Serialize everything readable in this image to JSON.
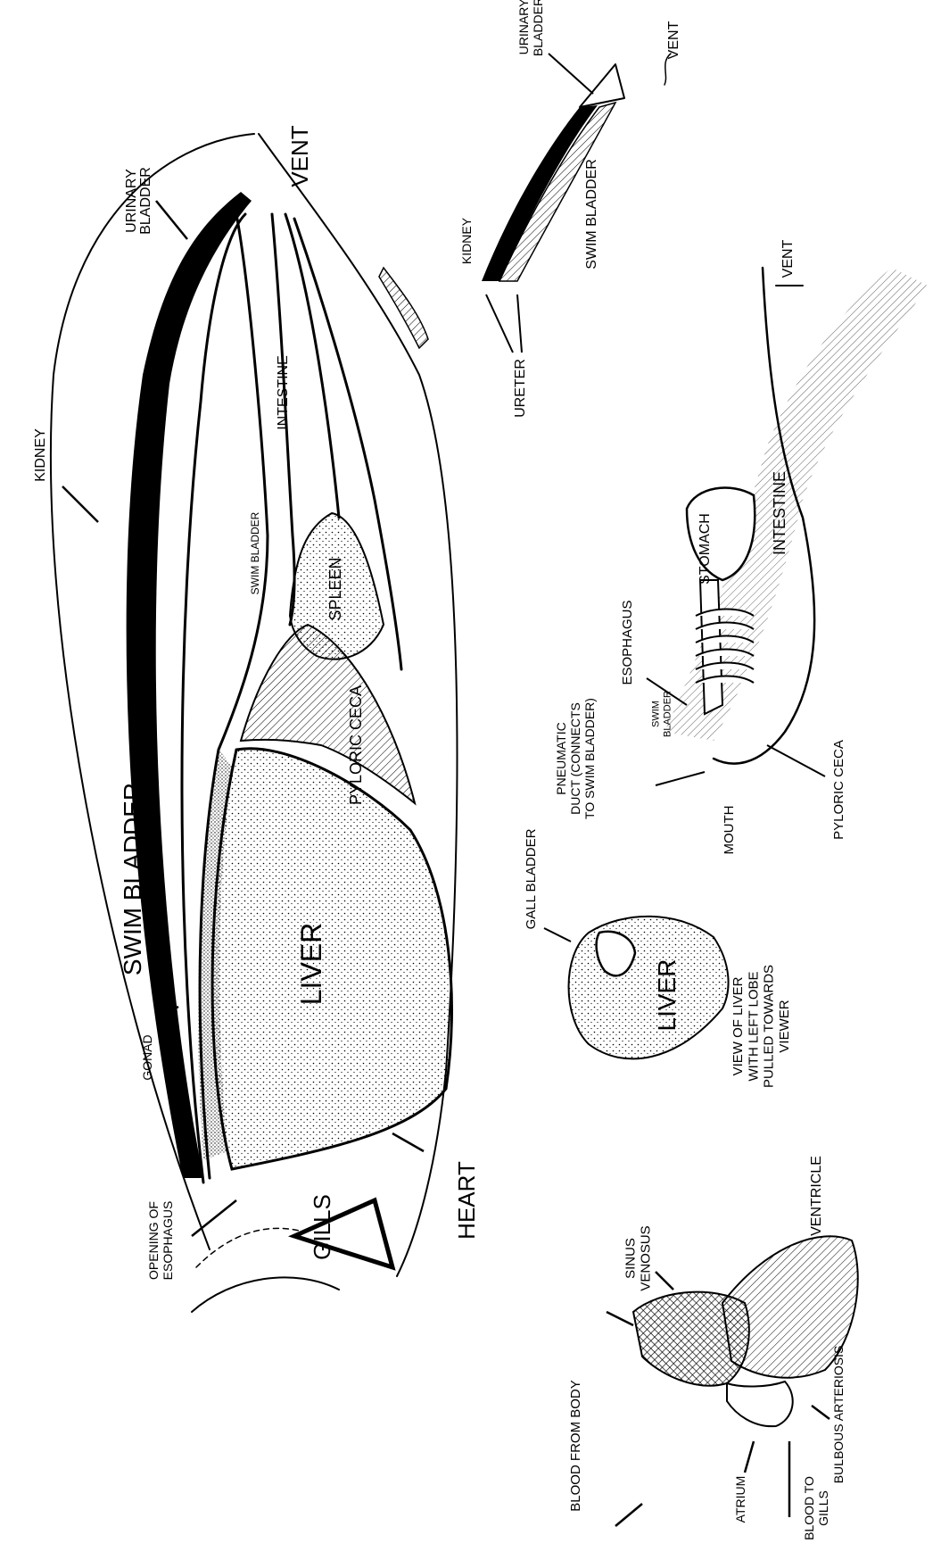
{
  "main": {
    "urinary_bladder": "URINARY\nBLADDER",
    "vent": "VENT",
    "kidney": "KIDNEY",
    "kidney_organ_1": "KIDNEY",
    "kidney_organ_2": "KIDNEY",
    "intestine": "INTESTINE",
    "swim_bladder_small": "SWIM BLADDER",
    "spleen": "SPLEEN",
    "pyloric_ceca": "PYLORIC CECA",
    "swim_bladder": "SWIM BLADDER",
    "liver": "LIVER",
    "gonad": "GONAD",
    "opening_of_esophagus": "OPENING OF\nESOPHAGUS",
    "gills": "GILLS",
    "heart": "HEART"
  },
  "urinary_inset": {
    "urinary_bladder": "URINARY\nBLADDER",
    "vent": "VENT",
    "kidney": "KIDNEY",
    "swim_bladder": "SWIM BLADDER",
    "ureter": "URETER"
  },
  "digestive_inset": {
    "vent": "VENT",
    "intestine": "INTESTINE",
    "stomach": "STOMACH",
    "esophagus": "ESOPHAGUS",
    "pneumatic_duct": "PNEUMATIC\nDUCT (CONNECTS\nTO SWIM BLADDER)",
    "swim_bladder": "SWIM\nBLADDER",
    "mouth": "MOUTH",
    "pyloric_ceca": "PYLORIC CECA"
  },
  "liver_inset": {
    "gall_bladder": "GALL BLADDER",
    "liver": "LIVER",
    "caption": "VIEW OF LIVER\nWITH LEFT LOBE\nPULLED TOWARDS\nVIEWER"
  },
  "heart_inset": {
    "blood_from_body": "BLOOD FROM BODY",
    "sinus_venosus": "SINUS\nVENOSUS",
    "ventricle": "VENTRICLE",
    "bulbous_arteriosis": "BULBOUS ARTERIOSIS",
    "atrium": "ATRIUM",
    "blood_to_gills": "BLOOD TO\nGILLS"
  }
}
